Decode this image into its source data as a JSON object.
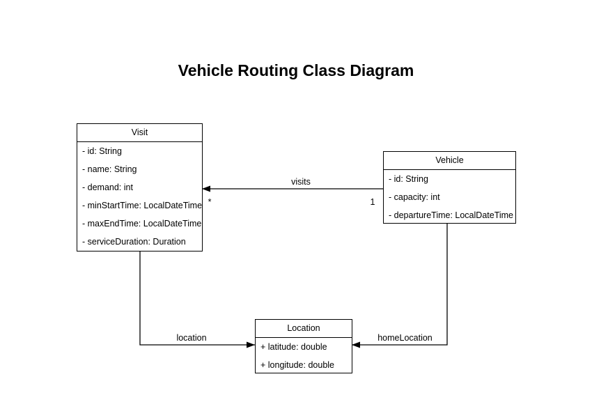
{
  "title": "Vehicle Routing Class Diagram",
  "classes": [
    {
      "name": "Visit",
      "attributes": [
        "- id: String",
        "- name: String",
        "- demand: int",
        "- minStartTime: LocalDateTime",
        "- maxEndTime: LocalDateTime",
        "- serviceDuration: Duration"
      ]
    },
    {
      "name": "Vehicle",
      "attributes": [
        "- id: String",
        "- capacity: int",
        "- departureTime: LocalDateTime"
      ]
    },
    {
      "name": "Location",
      "attributes": [
        "+ latitude: double",
        "+ longitude: double"
      ]
    }
  ],
  "relationships": [
    {
      "label": "visits",
      "from": "Vehicle",
      "to": "Visit",
      "multiplicity_at_visit": "*",
      "multiplicity_at_vehicle": "1"
    },
    {
      "label": "location",
      "from": "Visit",
      "to": "Location"
    },
    {
      "label": "homeLocation",
      "from": "Vehicle",
      "to": "Location"
    }
  ],
  "colors": {
    "background": "#ffffff",
    "stroke": "#000000",
    "text": "#000000"
  }
}
